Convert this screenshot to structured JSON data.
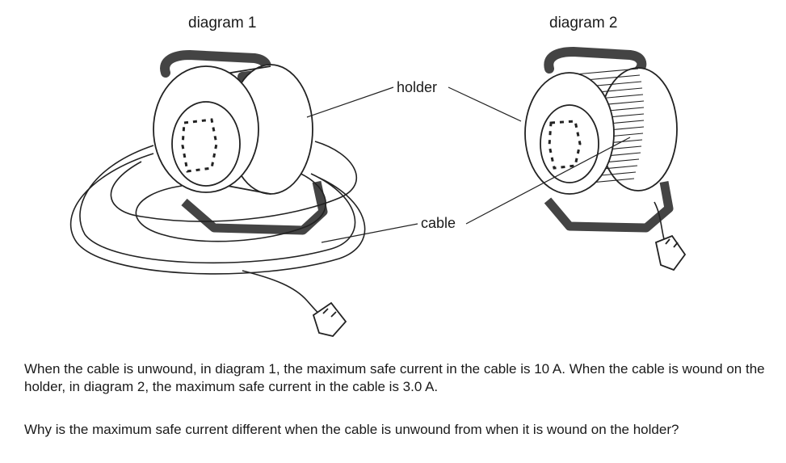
{
  "figure": {
    "diagram1_label": "diagram 1",
    "diagram2_label": "diagram 2",
    "holder_label": "holder",
    "cable_label": "cable"
  },
  "text": {
    "paragraph1": "When the cable is unwound, in diagram 1, the maximum safe current in the cable is 10 A. When the cable is wound on the holder, in diagram 2, the maximum safe current in the cable is 3.0 A.",
    "paragraph2": "Why is the maximum safe current different when the cable is unwound from when it is wound on the holder?"
  }
}
